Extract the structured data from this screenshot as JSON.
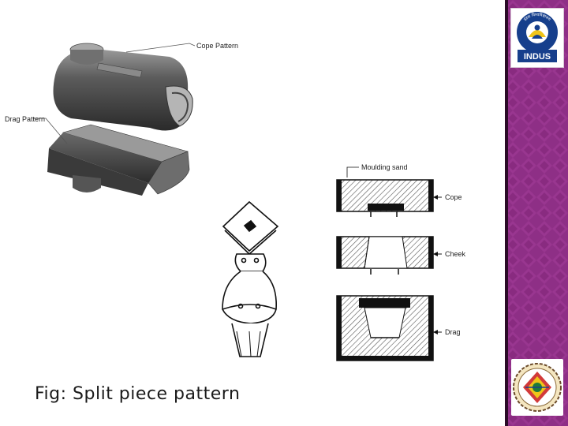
{
  "labels": {
    "cope_pattern": "Cope Pattern",
    "drag_pattern": "Drag Pattern",
    "moulding_sand": "Moulding sand",
    "cope": "Cope",
    "cheek": "Cheek",
    "drag": "Drag"
  },
  "caption": "Fig: Split piece pattern",
  "logo": {
    "brand_text": "INDUS",
    "top_arc_text": "इंडस विश्वविद्यालय"
  },
  "colors": {
    "sidebar": "#8e2f86",
    "logo_blue": "#163f8c",
    "logo_yellow": "#f0c419"
  }
}
